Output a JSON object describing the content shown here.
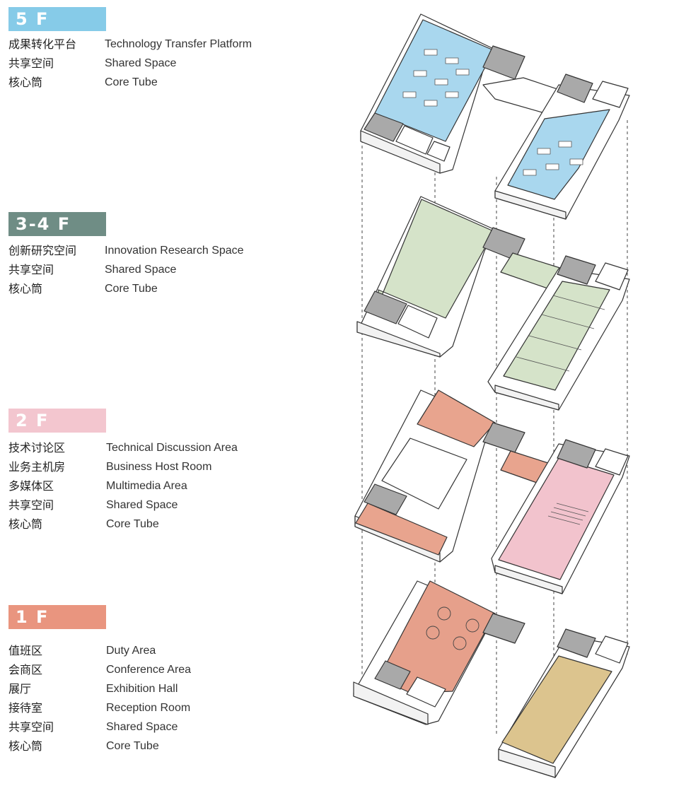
{
  "colors": {
    "five_f": "#86cbe8",
    "three_four_f": "#6f8d85",
    "two_f": "#f3c6cf",
    "one_f": "#e9957f",
    "tech_transfer": "#a9d7ee",
    "innovation": "#d5e3c9",
    "tech_discussion": "#e8a48e",
    "multimedia": "#f2c3cd",
    "conference": "#e6a08b",
    "exhibition": "#dcc48e",
    "core": "#a9a9a9",
    "wall": "#ffffff",
    "line": "#333333"
  },
  "legend": [
    {
      "floor": "5 F",
      "items": [
        {
          "cn": "成果转化平台",
          "en": "Technology Transfer Platform"
        },
        {
          "cn": "共享空间",
          "en": "Shared Space"
        },
        {
          "cn": "核心筒",
          "en": "Core Tube"
        }
      ]
    },
    {
      "floor": "3-4 F",
      "items": [
        {
          "cn": "创新研究空间",
          "en": "Innovation Research Space"
        },
        {
          "cn": "共享空间",
          "en": "Shared Space"
        },
        {
          "cn": "核心筒",
          "en": "Core Tube"
        }
      ]
    },
    {
      "floor": "2 F",
      "items": [
        {
          "cn": "技术讨论区",
          "en": "Technical Discussion Area"
        },
        {
          "cn": "业务主机房",
          "en": "Business Host Room"
        },
        {
          "cn": "多媒体区",
          "en": "Multimedia Area"
        },
        {
          "cn": "共享空间",
          "en": "Shared Space"
        },
        {
          "cn": "核心筒",
          "en": "Core Tube"
        }
      ]
    },
    {
      "floor": "1 F",
      "items": [
        {
          "cn": "值班区",
          "en": "Duty Area"
        },
        {
          "cn": "会商区",
          "en": "Conference Area"
        },
        {
          "cn": "展厅",
          "en": "Exhibition Hall"
        },
        {
          "cn": "接待室",
          "en": "Reception Room"
        },
        {
          "cn": "共享空间",
          "en": "Shared Space"
        },
        {
          "cn": "核心筒",
          "en": "Core Tube"
        }
      ]
    }
  ]
}
